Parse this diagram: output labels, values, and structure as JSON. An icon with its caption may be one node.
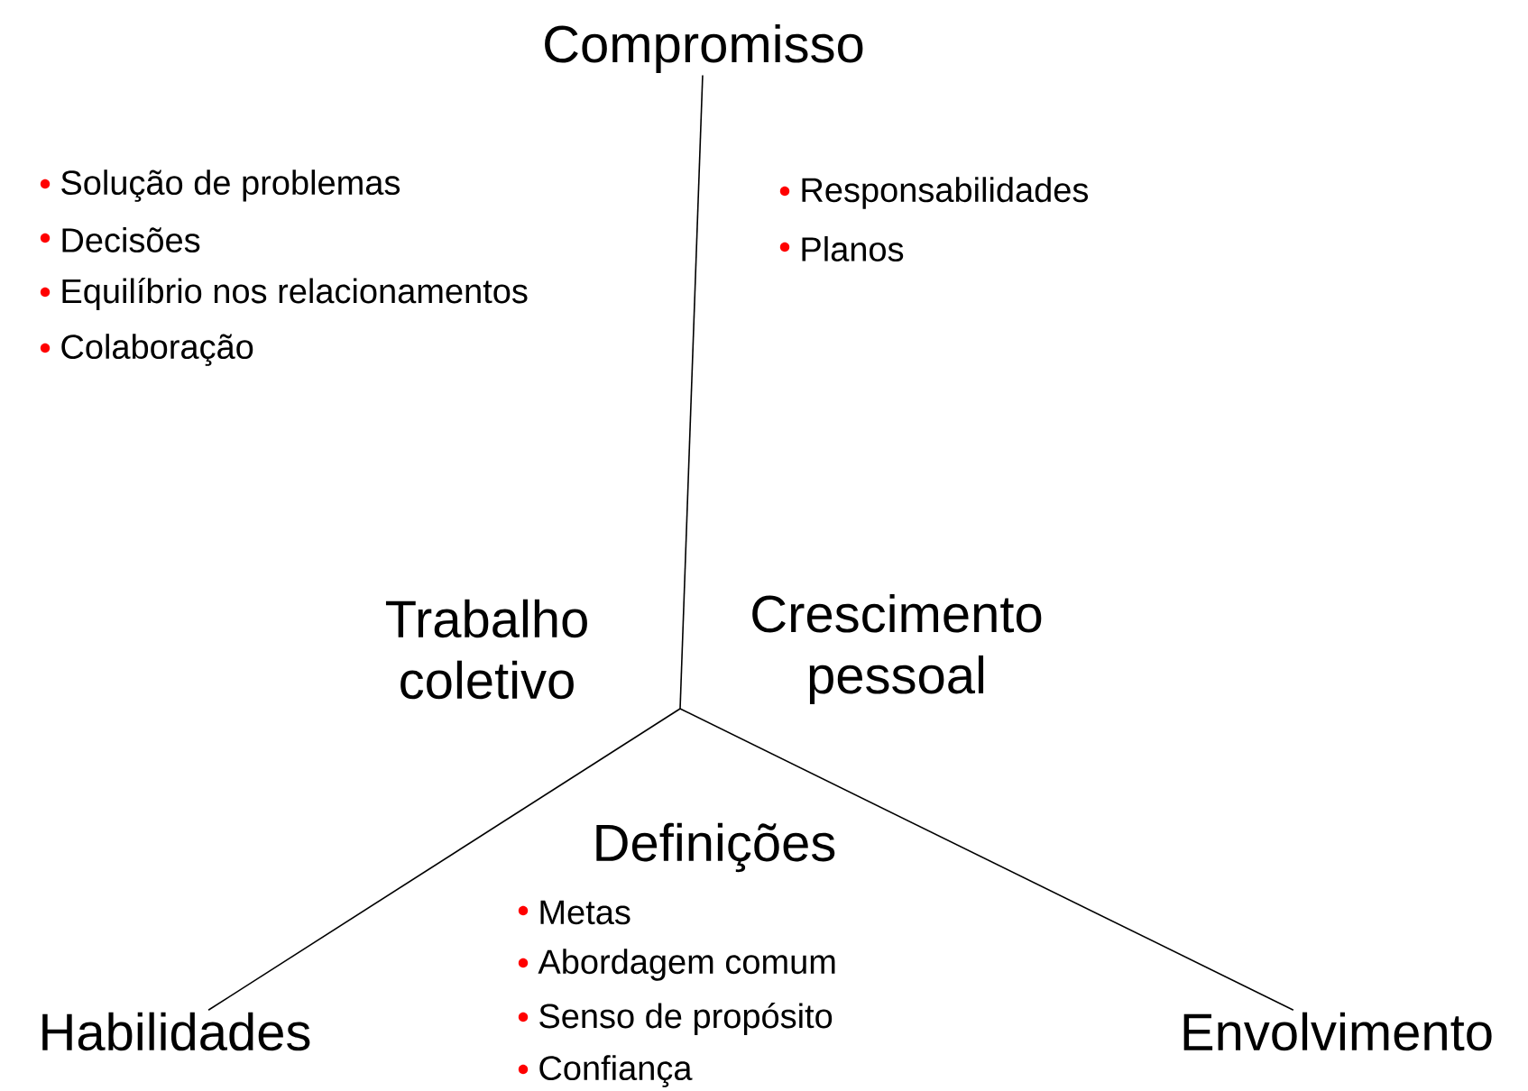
{
  "diagram": {
    "nodes": [
      {
        "text": [
          "Compromisso"
        ]
      },
      {
        "text": [
          "Habilidades"
        ]
      },
      {
        "text": [
          "Envolvimento"
        ]
      }
    ],
    "edges": [
      {
        "from": null,
        "to": 0,
        "arrow": "none"
      },
      {
        "from": null,
        "to": 1,
        "arrow": "none"
      },
      {
        "from": null,
        "to": 2,
        "arrow": "none"
      }
    ],
    "labels": [
      "Solução de problemas",
      "Decisões",
      "Equilíbrio nos relacionamentos",
      "Colaboração",
      "Responsabilidades",
      "Planos",
      "Trabalho coletivo",
      "Crescimento pessoal",
      "Definições",
      "Metas",
      "Abordagem comum",
      "Senso de propósito",
      "Confiança"
    ]
  }
}
